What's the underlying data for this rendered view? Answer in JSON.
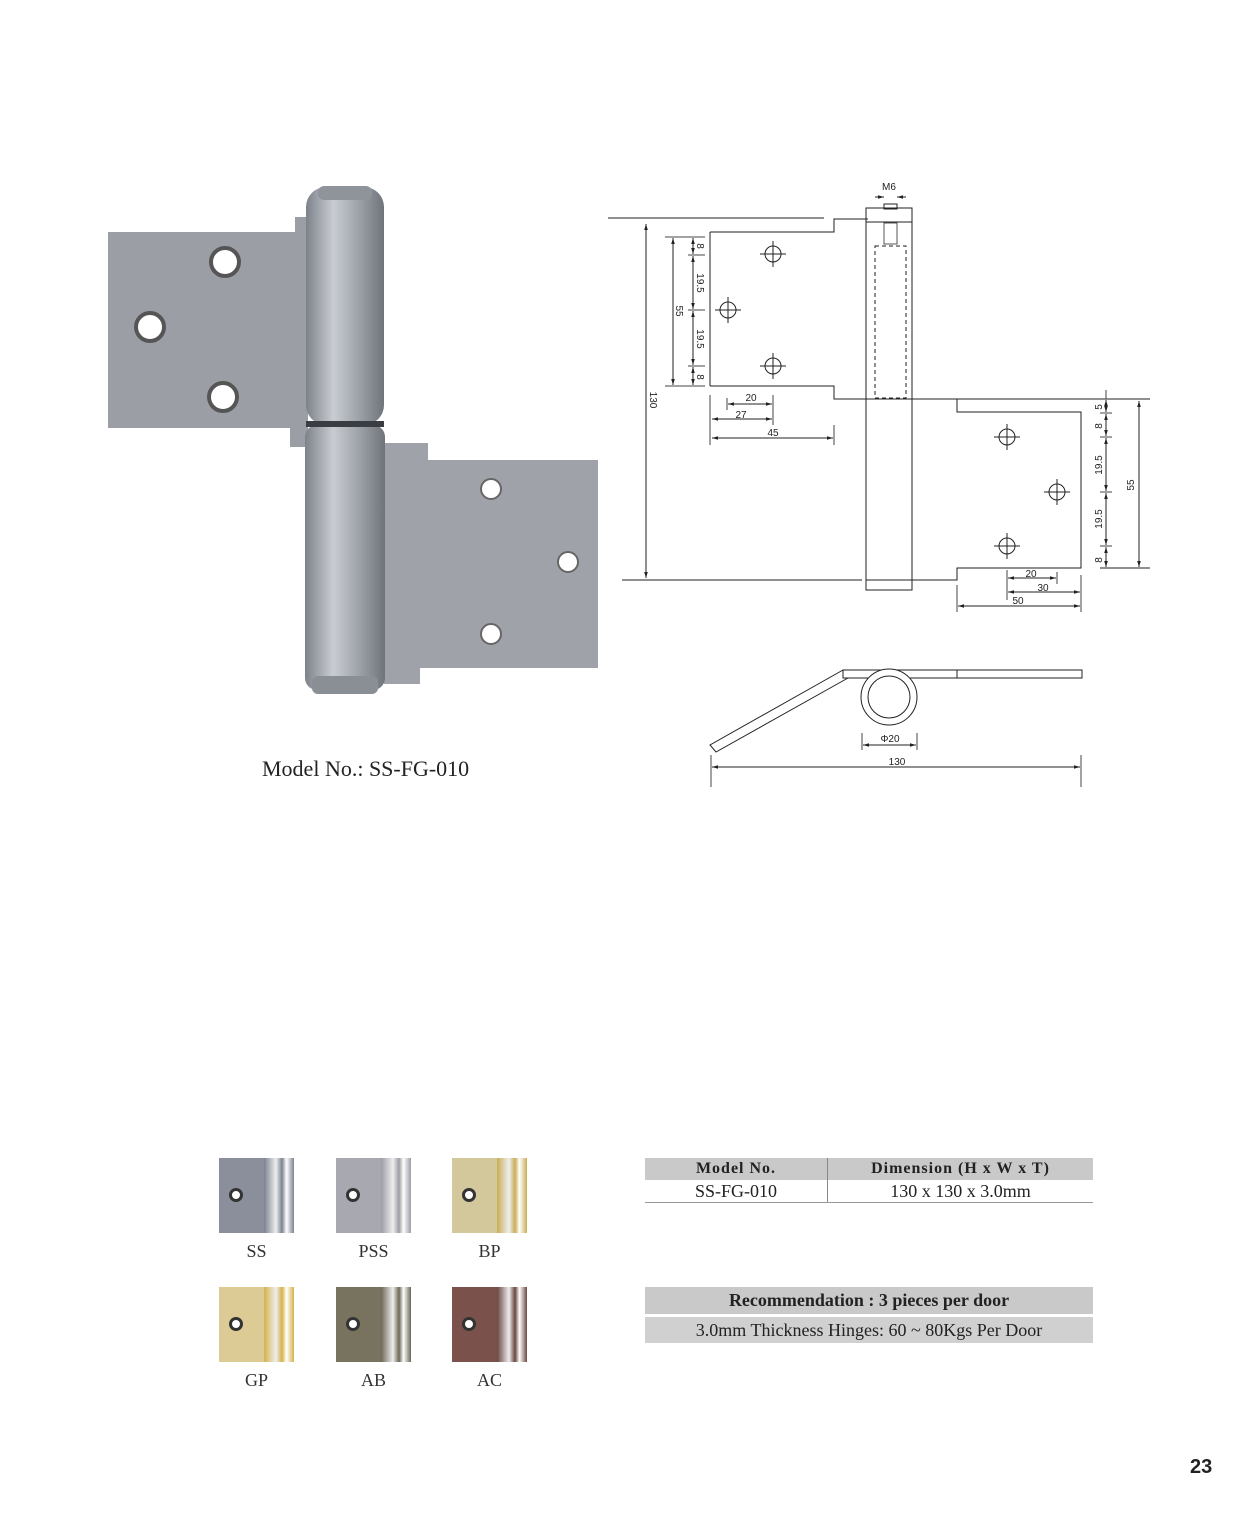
{
  "product": {
    "model_caption": "Model No.: SS-FG-010"
  },
  "drawing": {
    "thread": "M6",
    "overall_height": "130",
    "top_leaf": {
      "span": "55",
      "edge_top": "8",
      "pitch_1": "19.5",
      "pitch_2": "19.5",
      "edge_bottom": "8",
      "offset_1": "20",
      "offset_2": "27",
      "width": "45"
    },
    "bottom_leaf": {
      "gap": "5",
      "edge_top": "8",
      "pitch_1": "19.5",
      "pitch_2": "19.5",
      "edge_bottom": "8",
      "span": "55",
      "offset_1": "20",
      "offset_2": "30",
      "width": "50"
    },
    "side_view": {
      "diameter": "Φ20",
      "overall_width": "130"
    }
  },
  "finishes": [
    {
      "code": "SS",
      "leaf": "#8b8f9b",
      "knuckle": "#7c8290"
    },
    {
      "code": "PSS",
      "leaf": "#a8a8b0",
      "knuckle": "#9c9ca6"
    },
    {
      "code": "BP",
      "leaf": "#d3c79c",
      "knuckle": "#c9ad55"
    },
    {
      "code": "GP",
      "leaf": "#dccb95",
      "knuckle": "#d4b24a"
    },
    {
      "code": "AB",
      "leaf": "#77735f",
      "knuckle": "#6b6856"
    },
    {
      "code": "AC",
      "leaf": "#7b524b",
      "knuckle": "#6a4640"
    }
  ],
  "spec_table": {
    "headers": [
      "Model No.",
      "Dimension (H x W x T)"
    ],
    "rows": [
      [
        "SS-FG-010",
        "130 x 130 x 3.0mm"
      ]
    ]
  },
  "recommendation": {
    "title": "Recommendation : 3 pieces per door",
    "detail": "3.0mm Thickness Hinges: 60 ~ 80Kgs Per Door"
  },
  "page_number": "23"
}
